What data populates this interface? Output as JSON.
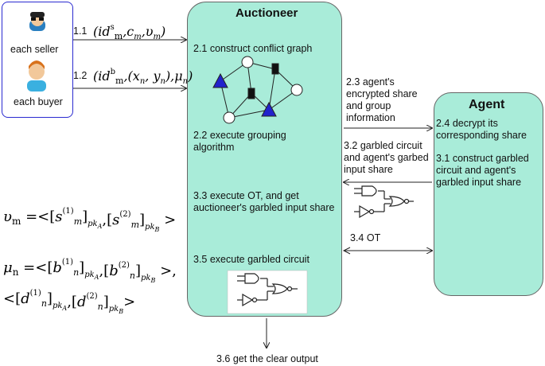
{
  "actors": {
    "seller_label": "each  seller",
    "buyer_label": "each buyer"
  },
  "arrows": {
    "a11": "1.1",
    "a12": "1.2"
  },
  "auctioneer": {
    "title": "Auctioneer",
    "s21": "2.1 construct conflict graph",
    "s22": "2.2 execute grouping algorithm",
    "s33": "3.3 execute OT, and get auctioneer's garbled input share",
    "s35": "3.5 execute garbled circuit"
  },
  "agent": {
    "title": "Agent",
    "s24": "2.4 decrypt its corresponding share",
    "s31": "3.1 construct garbled circuit and agent's garbled input share"
  },
  "mid": {
    "s23": "2.3 agent's encrypted share and group information",
    "s32": "3.2 garbled circuit and agent's garbed input share",
    "s34": "3.4 OT"
  },
  "output": {
    "s36": "3.6 get the clear output"
  },
  "colors": {
    "mint": "#a9ecd9",
    "triangle": "#2222cc",
    "actor_border": "#2a2ad0"
  }
}
